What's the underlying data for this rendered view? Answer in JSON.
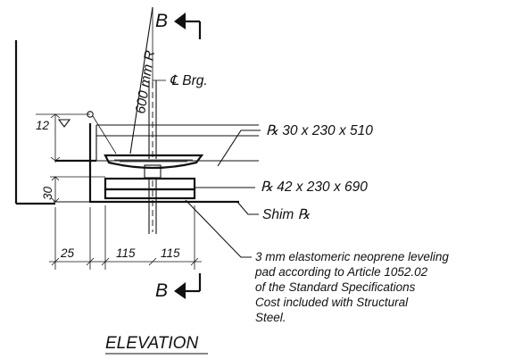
{
  "section_marks": {
    "top": "B",
    "bottom": "B"
  },
  "labels": {
    "radius": "600 mm R",
    "centerline": "℄ Brg.",
    "plate_top": "℞ 30 x 230 x  510",
    "plate_bottom": "℞ 42 x 230 x 690",
    "shim": "Shim ℞"
  },
  "dimensions": {
    "left_offset": "25",
    "half_width_left": "115",
    "half_width_right": "115",
    "height_30": "30",
    "height_12": "12"
  },
  "note_lines": [
    "3 mm elastomeric neoprene leveling",
    "pad according to Article 1052.02",
    "of the Standard Specifications",
    "Cost included with Structural",
    "Steel."
  ],
  "title": "ELEVATION"
}
